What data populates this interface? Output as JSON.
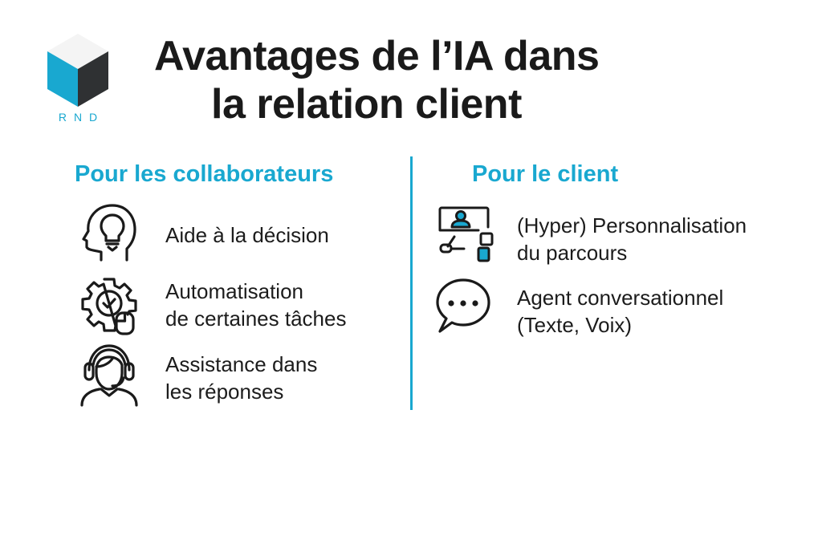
{
  "logo": {
    "text": "RND",
    "colors": {
      "top": "#f4f4f4",
      "left": "#19a8d0",
      "right": "#2f3133"
    }
  },
  "title": {
    "line1": "Avantages de l’IA dans",
    "line2": "la relation client"
  },
  "accent_color": "#19a8d0",
  "columns": {
    "left": {
      "heading": "Pour les collaborateurs",
      "items": [
        {
          "icon": "head-lightbulb-icon",
          "line1": "Aide à la décision",
          "line2": ""
        },
        {
          "icon": "gear-check-icon",
          "line1": "Automatisation",
          "line2": "de certaines tâches"
        },
        {
          "icon": "headset-agent-icon",
          "line1": "Assistance dans",
          "line2": "les réponses"
        }
      ]
    },
    "right": {
      "heading": "Pour le client",
      "items": [
        {
          "icon": "screen-user-journey-icon",
          "line1": "(Hyper) Personnalisation",
          "line2": "du parcours"
        },
        {
          "icon": "chat-bubble-icon",
          "line1": "Agent conversationnel",
          "line2": "(Texte, Voix)"
        }
      ]
    }
  }
}
